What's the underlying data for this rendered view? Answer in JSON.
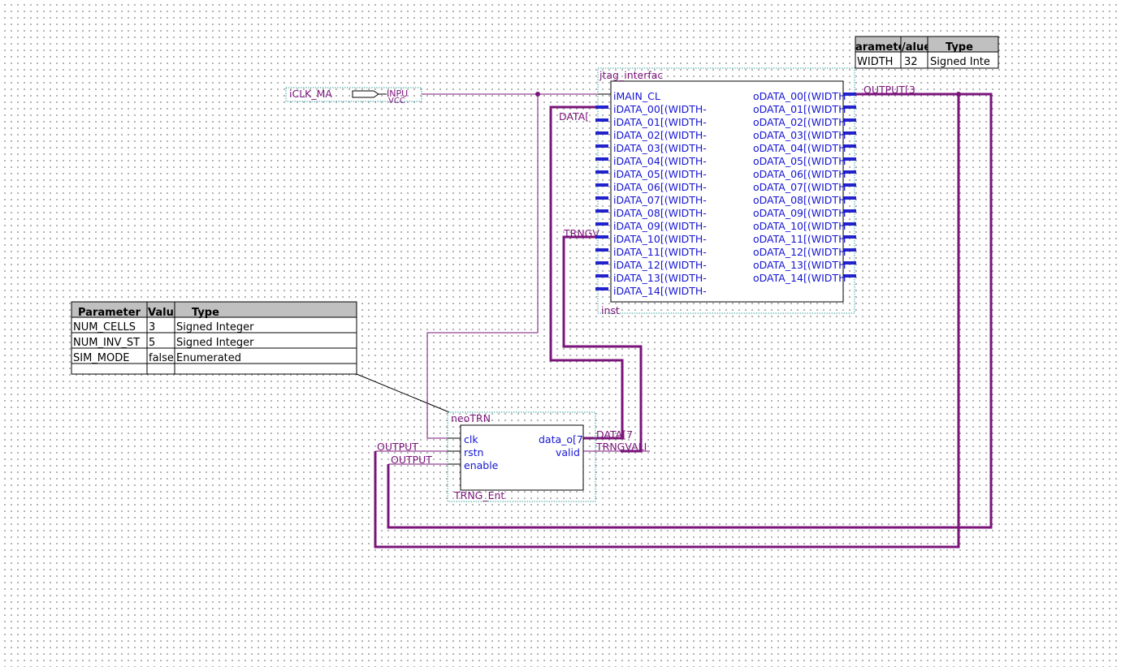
{
  "jtag_block": {
    "title": "jtag_interfac",
    "instance": "inst",
    "main_clock": "iMAIN_CL",
    "inputs": [
      "iDATA_00[(WIDTH-",
      "iDATA_01[(WIDTH-",
      "iDATA_02[(WIDTH-",
      "iDATA_03[(WIDTH-",
      "iDATA_04[(WIDTH-",
      "iDATA_05[(WIDTH-",
      "iDATA_06[(WIDTH-",
      "iDATA_07[(WIDTH-",
      "iDATA_08[(WIDTH-",
      "iDATA_09[(WIDTH-",
      "iDATA_10[(WIDTH-",
      "iDATA_11[(WIDTH-",
      "iDATA_12[(WIDTH-",
      "iDATA_13[(WIDTH-",
      "iDATA_14[(WIDTH-"
    ],
    "outputs": [
      "oDATA_00[(WIDTH",
      "oDATA_01[(WIDTH",
      "oDATA_02[(WIDTH",
      "oDATA_03[(WIDTH",
      "oDATA_04[(WIDTH",
      "oDATA_05[(WIDTH",
      "oDATA_06[(WIDTH",
      "oDATA_07[(WIDTH",
      "oDATA_08[(WIDTH",
      "oDATA_09[(WIDTH",
      "oDATA_10[(WIDTH",
      "oDATA_11[(WIDTH",
      "oDATA_12[(WIDTH",
      "oDATA_13[(WIDTH",
      "oDATA_14[(WIDTH"
    ]
  },
  "trng_block": {
    "title": "neoTRN",
    "instance": "TRNG_Ent",
    "pins": {
      "clk": "clk",
      "rstn": "rstn",
      "enable": "enable",
      "data": "data_o[7",
      "valid": "valid"
    }
  },
  "input_pin": {
    "name": "iCLK_MA",
    "type_top": "INPU",
    "type_bottom": "VCC"
  },
  "net_labels": {
    "data_in": "DATA[",
    "trng_in": "TRNGV",
    "output_top": "OUTPUT[3",
    "output_rstn": "OUTPUT",
    "output_enable": "OUTPUT",
    "data_out": "DATA[7",
    "trngvalid": "TRNGVALI"
  },
  "param_table_trng": {
    "headers": [
      "Parameter",
      "Value",
      "Type"
    ],
    "rows": [
      [
        "NUM_CELLS",
        "3",
        "Signed Integer"
      ],
      [
        "NUM_INV_ST",
        "5",
        "Signed Integer"
      ],
      [
        "SIM_MODE",
        "false",
        "Enumerated"
      ],
      [
        "",
        "",
        ""
      ]
    ]
  },
  "param_table_jtag": {
    "headers": [
      "aramete",
      "/alue",
      "Type"
    ],
    "rows": [
      [
        "WIDTH",
        "32",
        "Signed Inte"
      ]
    ]
  },
  "colors": {
    "wire": "#7a147a",
    "pin_text": "#1414d4",
    "net_text": "#7a147a",
    "dash_border": "#3aa0a0"
  }
}
